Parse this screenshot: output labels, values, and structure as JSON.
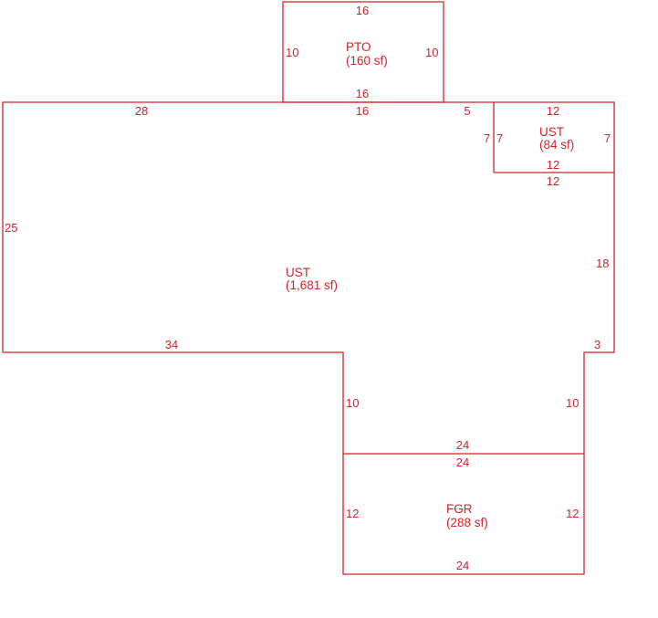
{
  "colors": {
    "line": "#d2232a",
    "background": "#ffffff"
  },
  "areas": {
    "pto": {
      "code": "PTO",
      "area": "(160 sf)"
    },
    "ust_small": {
      "code": "UST",
      "area": "(84 sf)"
    },
    "ust_main": {
      "code": "UST",
      "area": "(1,681 sf)"
    },
    "fgr": {
      "code": "FGR",
      "area": "(288 sf)"
    }
  },
  "dimensions": {
    "pto_top": "16",
    "pto_left": "10",
    "pto_right": "10",
    "pto_bottom": "16",
    "main_top_left": "28",
    "main_top_mid": "16",
    "main_top_right": "5",
    "ust_small_top": "12",
    "ust_small_left_outer": "7",
    "ust_small_left_inner": "7",
    "ust_small_right": "7",
    "ust_small_bottom_inner": "12",
    "ust_small_bottom_outer": "12",
    "main_left": "25",
    "main_right": "18",
    "main_bottom_left": "34",
    "main_step_right": "3",
    "ell_left": "10",
    "ell_right": "10",
    "fgr_top_outer": "24",
    "fgr_top_inner": "24",
    "fgr_left": "12",
    "fgr_right": "12",
    "fgr_bottom": "24"
  }
}
